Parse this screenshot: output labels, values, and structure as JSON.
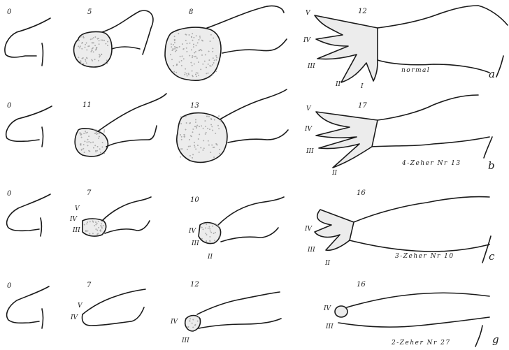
{
  "rows": [
    {
      "stages": [
        "0",
        "5",
        "8",
        "12"
      ],
      "digits_left": [
        "V",
        "IV",
        "III"
      ],
      "digits_bottom": [
        "II",
        "I"
      ],
      "caption": "normal",
      "letter": "a"
    },
    {
      "stages": [
        "0",
        "11",
        "13",
        "17"
      ],
      "digits_left": [
        "V",
        "IV",
        "III"
      ],
      "digits_bottom": [
        "II"
      ],
      "caption": "4-Zeher  Nr 13",
      "letter": "b"
    },
    {
      "stages": [
        "0",
        "7",
        "10",
        "16"
      ],
      "stage2_digits": [
        "V",
        "IV",
        "III"
      ],
      "stage3_digits": [
        "IV",
        "III",
        "II"
      ],
      "digits_left": [
        "IV",
        "III"
      ],
      "digits_bottom": [
        "II"
      ],
      "caption": "3-Zeher  Nr 10",
      "letter": "c"
    },
    {
      "stages": [
        "0",
        "7",
        "12",
        "16"
      ],
      "stage2_digits": [
        "V",
        "IV"
      ],
      "stage3_digits": [
        "IV",
        "III"
      ],
      "digits_left": [
        "IV",
        "III"
      ],
      "caption": "2-Zeher  Nr 27",
      "letter": "g"
    }
  ]
}
